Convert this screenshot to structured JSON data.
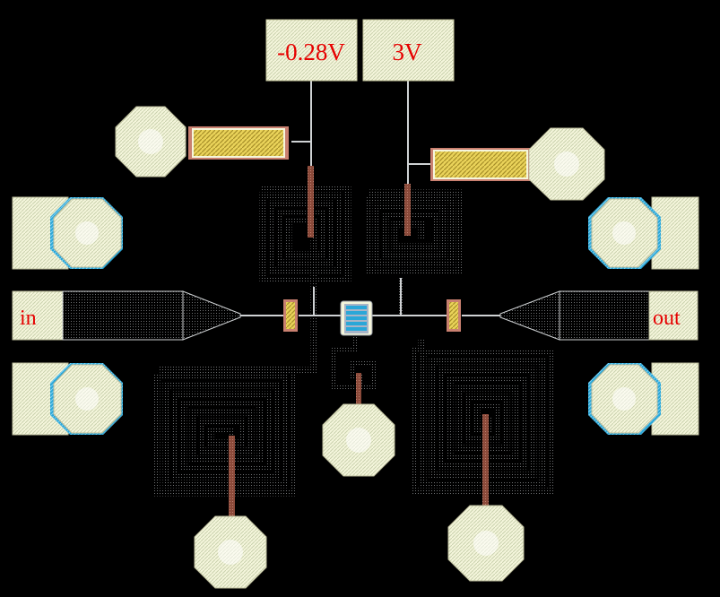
{
  "labels": {
    "gate_bias": "-0.28V",
    "drain_bias": "3V",
    "input_port": "in",
    "output_port": "out"
  },
  "colors": {
    "background": "#000000",
    "pad_fill": "#f5f6dc",
    "pad_hatch": "#c7d0ac",
    "resistor_fill": "#e8cf4a",
    "via_cyan": "#2aa7d8",
    "label_red": "#e60000",
    "metal_line": "#cfd2d4",
    "via_brown": "#8b4a3a"
  }
}
